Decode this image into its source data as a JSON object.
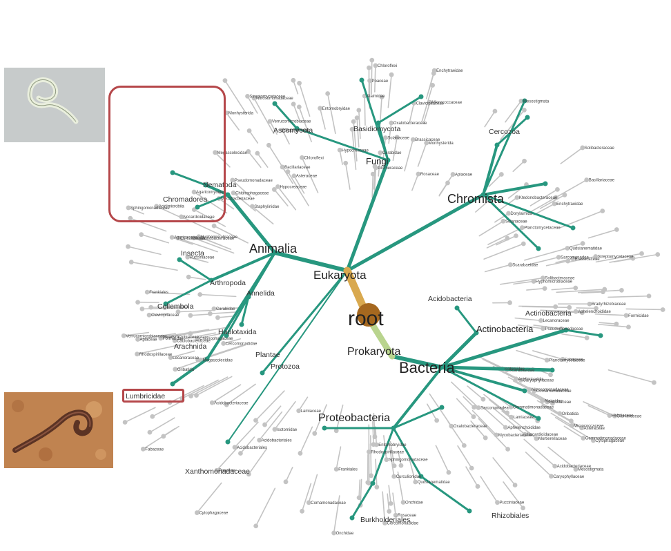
{
  "tree": {
    "root": "root",
    "domains": {
      "eukaryota": "Eukaryota",
      "prokaryota": "Prokaryota"
    },
    "major": {
      "animalia": "Animalia",
      "fungi": "Fungi",
      "chromista": "Chromista",
      "bacteria": "Bacteria",
      "proteobacteria": "Proteobacteria",
      "actinobacteria": "Actinobacteria",
      "nematoda": "Nematoda",
      "chromadorea": "Chromadorea",
      "arthropoda": "Arthropoda",
      "annelida": "Annelida",
      "collembola": "Collembola",
      "insecta": "Insecta",
      "haplotaxida": "Haplotaxida",
      "arachnida": "Arachnida",
      "plantae": "Plantae",
      "protozoa": "Protozoa",
      "cercozoa": "Cercozoa",
      "ascomycota": "Ascomycota",
      "basidiomycota": "Basidiomycota",
      "actinobacteria_lower": "Actinobacteria",
      "acidobacteria": "Acidobacteria",
      "rhizobiales": "Rhizobiales",
      "burkholderiales": "Burkholderiales",
      "xanthomonadaceae": "Xanthomonadaceae",
      "lumbricidae": "Lumbricidae"
    },
    "leaves": [
      "Clavicipitaceae",
      "Glomeraceae",
      "Hypocreaceae",
      "Agaricaceae",
      "Mortierellaceae",
      "Bacillariaceae",
      "Pucciniaceae",
      "Helotiaceae",
      "Agaricomycetes",
      "Cercomonadidae",
      "Sarcomonadea",
      "Lecanoraceae",
      "Onchidae",
      "Alaimidae",
      "Qudsianematidae",
      "Aphelenchoididae",
      "Dorylaimida",
      "Monhysterida",
      "Scarabaeidae",
      "Carabidae",
      "Curculionidae",
      "Staphylinidae",
      "Formicidae",
      "Entomobryidae",
      "Isotomidae",
      "Oribatida",
      "Mesostigmata",
      "Enchytraeidae",
      "Megascolecidae",
      "Poaceae",
      "Fabaceae",
      "Asteraceae",
      "Brassicaceae",
      "Rosaceae",
      "Apiaceae",
      "Caryophyllaceae",
      "Lamiaceae",
      "Solanaceae",
      "Acidobacteriaceae",
      "Acidobacteriales",
      "Solibacteraceae",
      "Acidimicrobiia",
      "Frankiales",
      "Micrococcaceae",
      "Streptomycetaceae",
      "Nocardioidaceae",
      "Mycobacteriaceae",
      "Chloroflexi",
      "Ktedonobacteraceae",
      "Cytophagaceae",
      "Chitinophagaceae",
      "Hyphomicrobiaceae",
      "Bradyrhizobiaceae",
      "Comamonadaceae",
      "Oxalobacteraceae",
      "Sphingomonadaceae",
      "Pseudomonadaceae",
      "Verrucomicrobiaceae",
      "Planctomycetaceae",
      "Nitrosomonadaceae",
      "Gemmatimonadaceae",
      "Rhodospirillaceae",
      "Caulobacteraceae"
    ]
  },
  "colors": {
    "teal": "#27977f",
    "gray": "#bdbdbd",
    "tan": "#d9a94f",
    "lime": "#b9d48e",
    "root": "#a5681f",
    "highlight": "#b5474a"
  },
  "images": {
    "nematode": "nematode micrograph",
    "earthworm": "earthworm photo"
  }
}
